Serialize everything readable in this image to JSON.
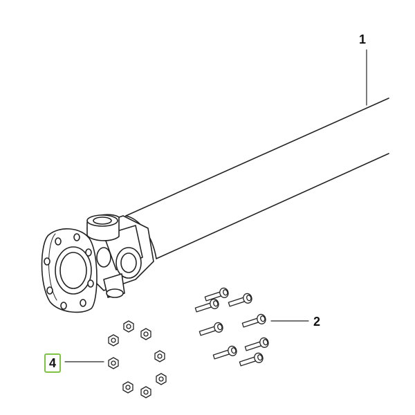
{
  "callouts": {
    "shaft": "1",
    "bolts": "2",
    "nuts": "4"
  },
  "colors": {
    "stroke": "#222222",
    "fill": "#ffffff",
    "highlight": "#7dc242"
  }
}
